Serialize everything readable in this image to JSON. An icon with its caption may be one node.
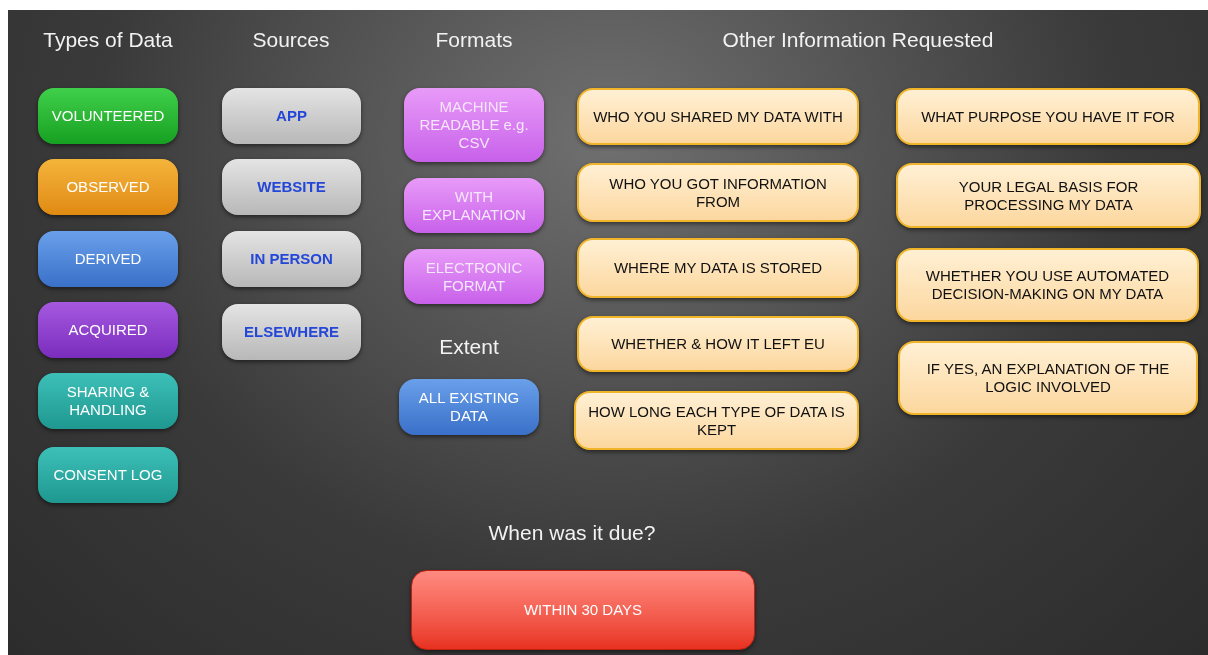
{
  "diagram": {
    "nodes": [
      {
        "text": [
          "VOLUNTEERED"
        ]
      },
      {
        "text": [
          "OBSERVED"
        ]
      },
      {
        "text": [
          "DERIVED"
        ]
      },
      {
        "text": [
          "ACQUIRED"
        ]
      },
      {
        "text": [
          "SHARING & HANDLING"
        ]
      },
      {
        "text": [
          "CONSENT LOG"
        ]
      },
      {
        "text": [
          "APP"
        ]
      },
      {
        "text": [
          "WEBSITE"
        ]
      },
      {
        "text": [
          "IN PERSON"
        ]
      },
      {
        "text": [
          "ELSEWHERE"
        ]
      },
      {
        "text": [
          "MACHINE READABLE e.g. CSV"
        ]
      },
      {
        "text": [
          "WITH EXPLANATION"
        ]
      },
      {
        "text": [
          "ELECTRONIC FORMAT"
        ]
      },
      {
        "text": [
          "ALL EXISTING DATA"
        ]
      },
      {
        "text": [
          "WHO YOU SHARED MY DATA WITH"
        ]
      },
      {
        "text": [
          "WHO YOU GOT INFORMATION FROM"
        ]
      },
      {
        "text": [
          "WHERE MY DATA IS STORED"
        ]
      },
      {
        "text": [
          "WHETHER & HOW IT LEFT EU"
        ]
      },
      {
        "text": [
          "HOW LONG EACH TYPE OF DATA IS KEPT"
        ]
      },
      {
        "text": [
          "WHAT PURPOSE YOU HAVE IT FOR"
        ]
      },
      {
        "text": [
          "YOUR LEGAL BASIS FOR PROCESSING MY DATA"
        ]
      },
      {
        "text": [
          "WHETHER YOU USE AUTOMATED DECISION-MAKING ON MY DATA"
        ]
      },
      {
        "text": [
          "IF YES, AN EXPLANATION OF THE LOGIC INVOLVED"
        ]
      },
      {
        "text": [
          "WITHIN 30 DAYS"
        ]
      }
    ],
    "edges": [],
    "labels": [
      "Types of Data",
      "Sources",
      "Formats",
      "Other Information Requested",
      "Extent",
      "When was it due?"
    ]
  }
}
